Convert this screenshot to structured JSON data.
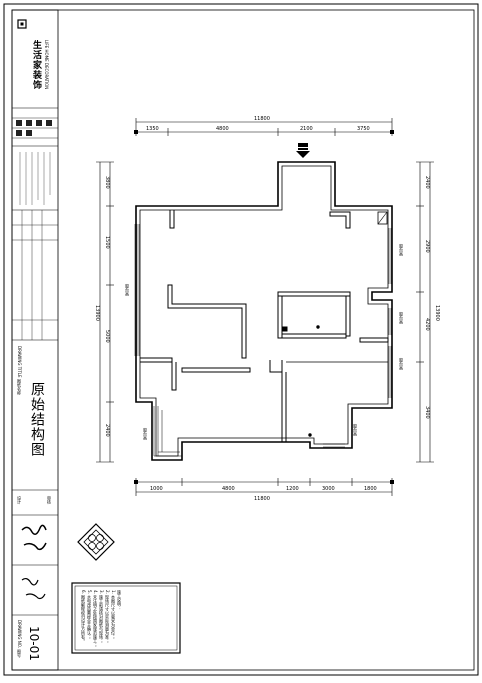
{
  "drawing": {
    "title": "原始结构图",
    "sheet_number": "10-01",
    "overall_width_dim": "11800",
    "overall_height_dim": "13900",
    "top_dims": [
      "1350",
      "4800",
      "2100",
      "3750"
    ],
    "bottom_dims": [
      "1000",
      "4800",
      "1200",
      "3000",
      "1800"
    ],
    "left_dims": [
      "3800",
      "1500",
      "5000",
      "2400"
    ],
    "right_dims": [
      "2400",
      "2900",
      "4200",
      "3400"
    ],
    "window_tags": [
      "窗台高",
      "窗台高",
      "窗台高",
      "窗台高",
      "窗台高",
      "窗台高"
    ]
  },
  "titleblock": {
    "company": "生活家装饰",
    "company_sub": "LIFE HOME DECORATION",
    "field_drawing_title": "DRAWING TITLE 图纸名称",
    "field_drawing_no": "DRAWING NO. 图号",
    "field_designer": "设计",
    "field_checker": "审核"
  },
  "notes": {
    "lines": [
      "施工说明：",
      "1. 本图尺寸以毫米为单位；",
      "2. 现场尺寸以实际测量为准；",
      "3. 施工前请核对图纸与现场；",
      "4. 未注明之处按国家规范施工；",
      "5. 水电改造需经业主确认；",
      "6. 图纸解释权归设计方所有。"
    ]
  }
}
